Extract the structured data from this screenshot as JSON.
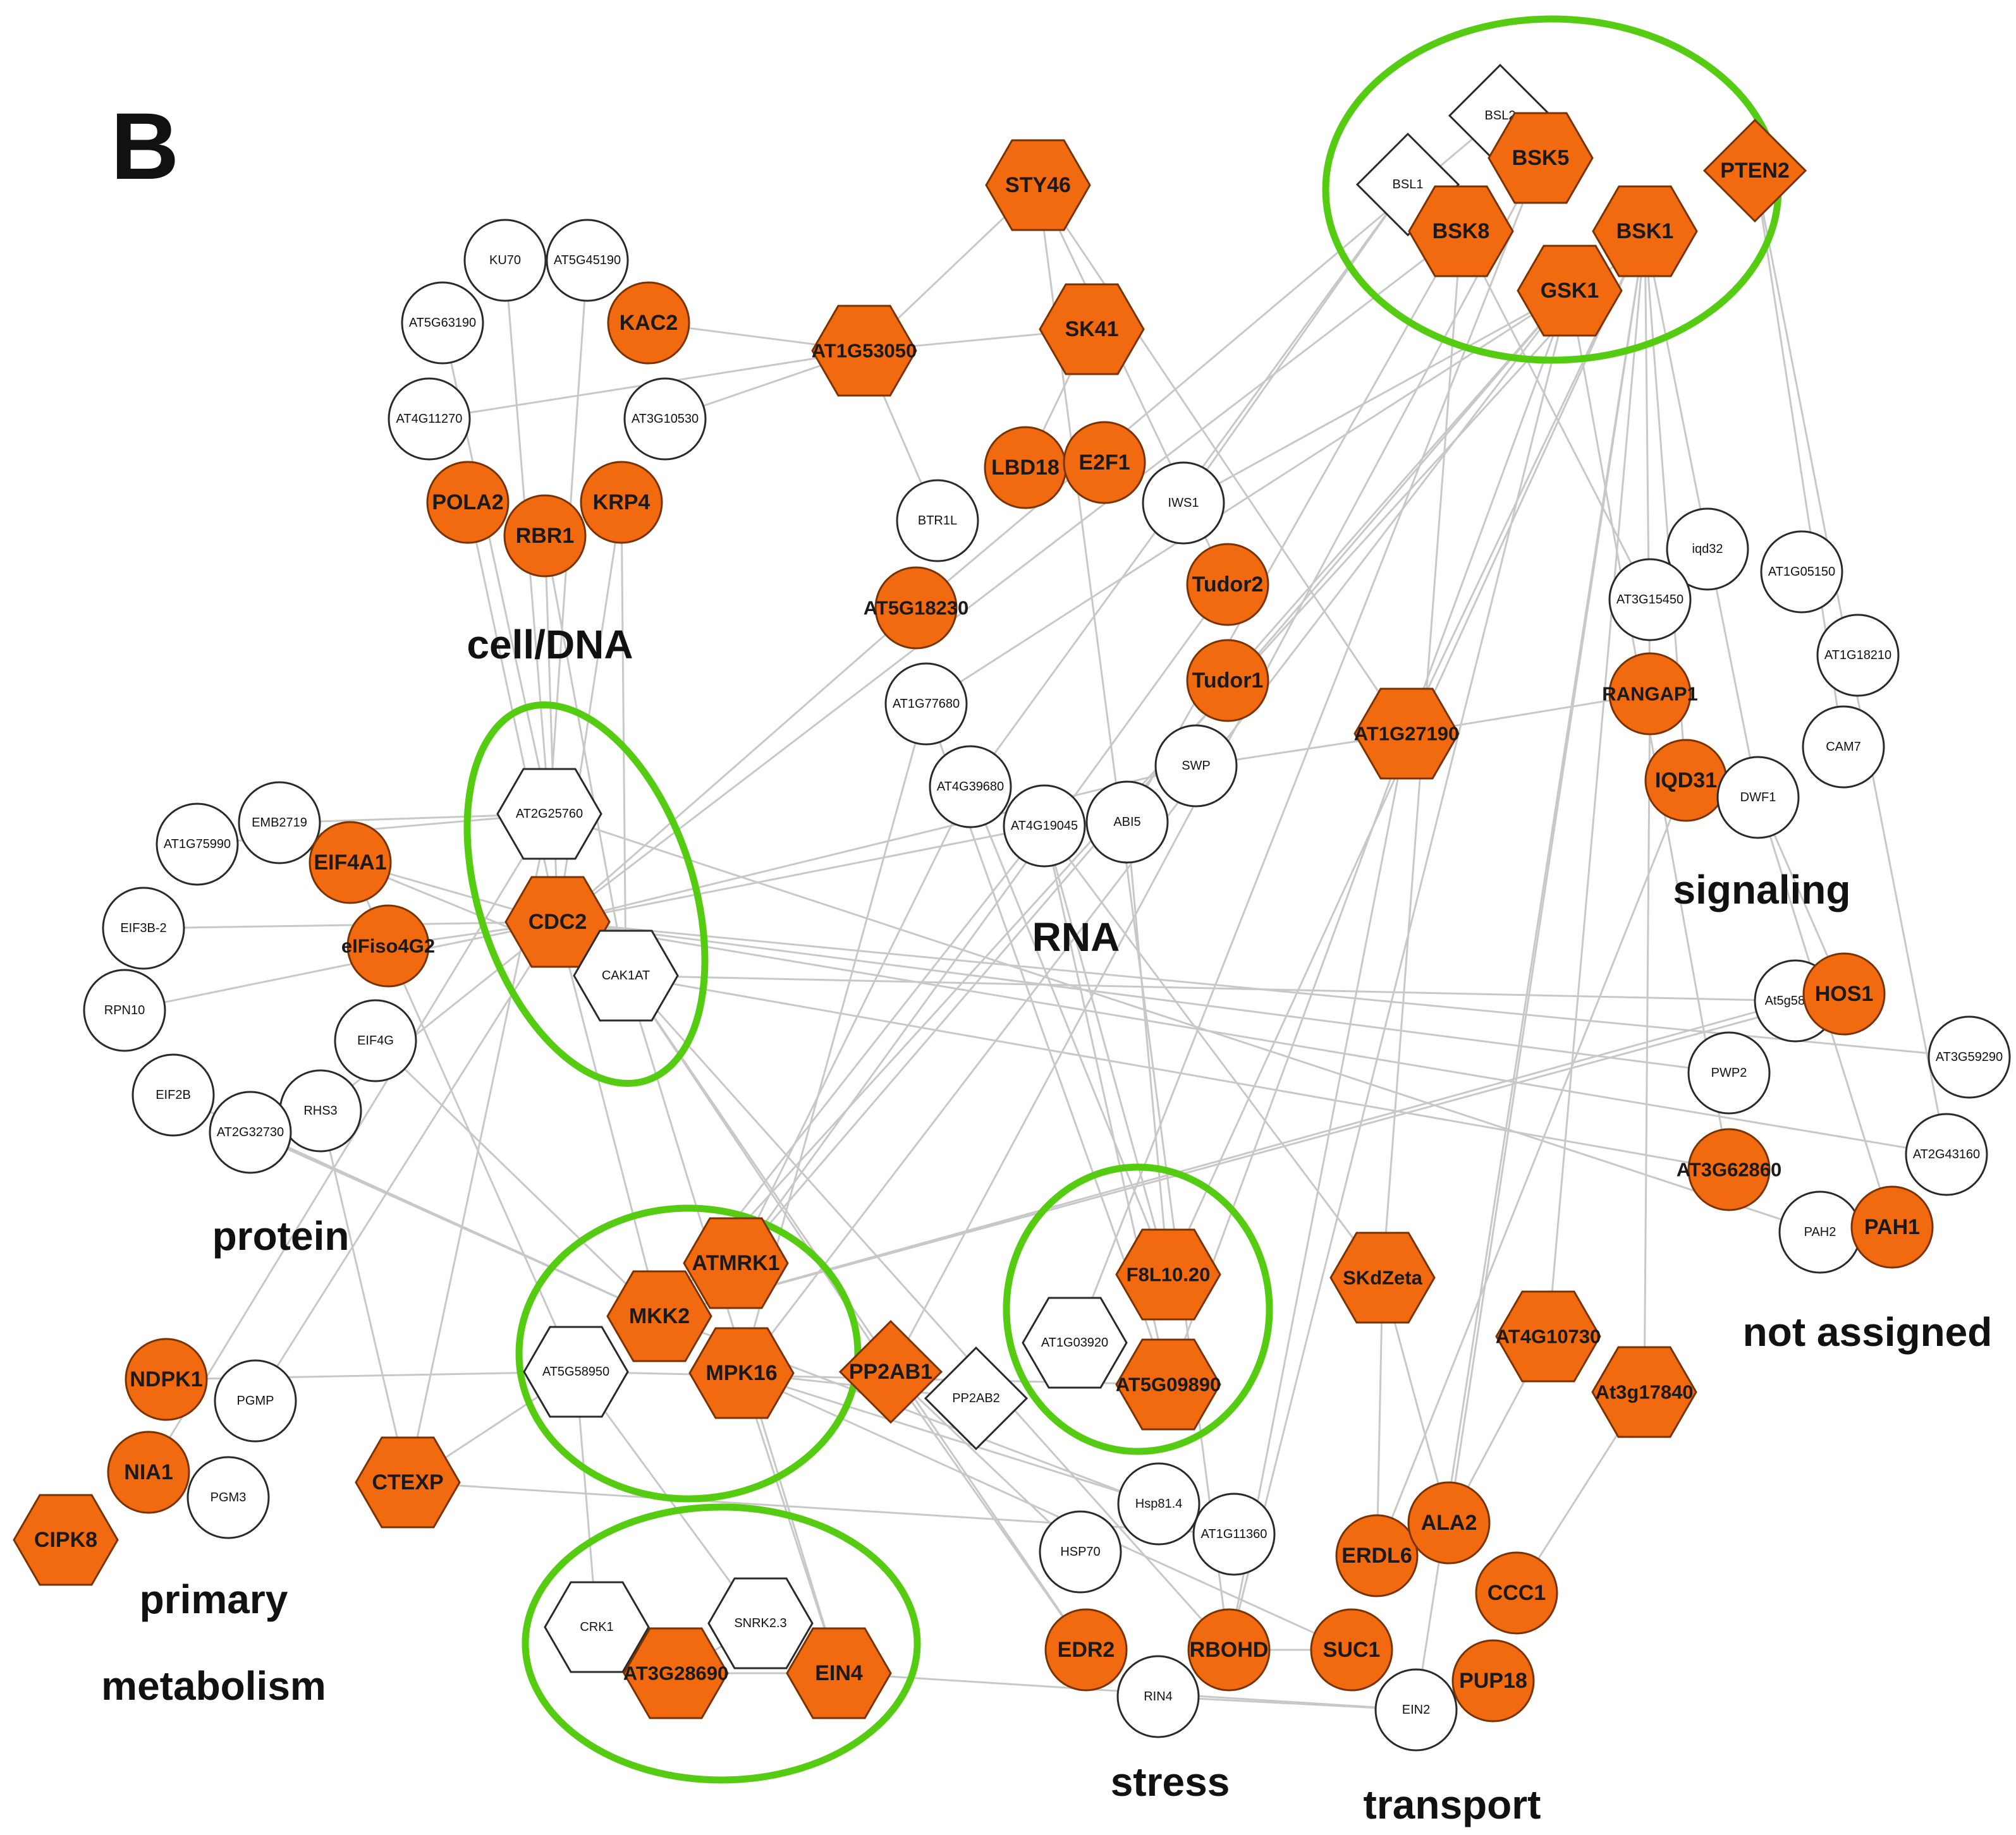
{
  "panel_label": "B",
  "categories": {
    "cell_dna": "cell/DNA",
    "rna": "RNA",
    "protein": "protein",
    "signaling": "signaling",
    "not_assigned": "not assigned",
    "primary": "primary",
    "metabolism": "metabolism",
    "stress": "stress",
    "transport": "transport"
  },
  "colors": {
    "highlight": "#f26a10",
    "plain": "#ffffff",
    "cluster_ring": "#55cc11",
    "edge": "#c8c8c8"
  },
  "nodes": [
    {
      "id": "BSL2",
      "label": "BSL2",
      "shape": "diamond",
      "on": false
    },
    {
      "id": "BSL1",
      "label": "BSL1",
      "shape": "diamond",
      "on": false
    },
    {
      "id": "BSK5",
      "label": "BSK5",
      "shape": "hexagon",
      "on": true
    },
    {
      "id": "PTEN2",
      "label": "PTEN2",
      "shape": "diamond",
      "on": true
    },
    {
      "id": "BSK8",
      "label": "BSK8",
      "shape": "hexagon",
      "on": true
    },
    {
      "id": "BSK1",
      "label": "BSK1",
      "shape": "hexagon",
      "on": true
    },
    {
      "id": "GSK1",
      "label": "GSK1",
      "shape": "hexagon",
      "on": true
    },
    {
      "id": "STY46",
      "label": "STY46",
      "shape": "hexagon",
      "on": true
    },
    {
      "id": "SK41",
      "label": "SK41",
      "shape": "hexagon",
      "on": true
    },
    {
      "id": "AT1G53050",
      "label": "AT1G53050",
      "shape": "hexagon",
      "on": true
    },
    {
      "id": "KU70",
      "label": "KU70",
      "shape": "circle",
      "on": false
    },
    {
      "id": "AT5G45190",
      "label": "AT5G45190",
      "shape": "circle",
      "on": false
    },
    {
      "id": "AT5G63190",
      "label": "AT5G63190",
      "shape": "circle",
      "on": false
    },
    {
      "id": "KAC2",
      "label": "KAC2",
      "shape": "circle",
      "on": true
    },
    {
      "id": "AT4G11270",
      "label": "AT4G11270",
      "shape": "circle",
      "on": false
    },
    {
      "id": "AT3G10530",
      "label": "AT3G10530",
      "shape": "circle",
      "on": false
    },
    {
      "id": "POLA2",
      "label": "POLA2",
      "shape": "circle",
      "on": true
    },
    {
      "id": "KRP4",
      "label": "KRP4",
      "shape": "circle",
      "on": true
    },
    {
      "id": "RBR1",
      "label": "RBR1",
      "shape": "circle",
      "on": true
    },
    {
      "id": "LBD18",
      "label": "LBD18",
      "shape": "circle",
      "on": true
    },
    {
      "id": "E2F1",
      "label": "E2F1",
      "shape": "circle",
      "on": true
    },
    {
      "id": "BTR1L",
      "label": "BTR1L",
      "shape": "circle",
      "on": false
    },
    {
      "id": "IWS1",
      "label": "IWS1",
      "shape": "circle",
      "on": false
    },
    {
      "id": "AT5G18230",
      "label": "AT5G18230",
      "shape": "circle",
      "on": true
    },
    {
      "id": "Tudor2",
      "label": "Tudor2",
      "shape": "circle",
      "on": true
    },
    {
      "id": "Tudor1",
      "label": "Tudor1",
      "shape": "circle",
      "on": true
    },
    {
      "id": "AT1G77680",
      "label": "AT1G77680",
      "shape": "circle",
      "on": false
    },
    {
      "id": "SWP",
      "label": "SWP",
      "shape": "circle",
      "on": false
    },
    {
      "id": "AT4G39680",
      "label": "AT4G39680",
      "shape": "circle",
      "on": false
    },
    {
      "id": "AT4G19045",
      "label": "AT4G19045",
      "shape": "circle",
      "on": false
    },
    {
      "id": "ABI5",
      "label": "ABI5",
      "shape": "circle",
      "on": false
    },
    {
      "id": "AT1G27190",
      "label": "AT1G27190",
      "shape": "hexagon",
      "on": true
    },
    {
      "id": "iqd32",
      "label": "iqd32",
      "shape": "circle",
      "on": false
    },
    {
      "id": "AT1G05150",
      "label": "AT1G05150",
      "shape": "circle",
      "on": false
    },
    {
      "id": "AT3G15450",
      "label": "AT3G15450",
      "shape": "circle",
      "on": false
    },
    {
      "id": "AT1G18210",
      "label": "AT1G18210",
      "shape": "circle",
      "on": false
    },
    {
      "id": "RANGAP1",
      "label": "RANGAP1",
      "shape": "circle",
      "on": true
    },
    {
      "id": "CAM7",
      "label": "CAM7",
      "shape": "circle",
      "on": false
    },
    {
      "id": "IQD31",
      "label": "IQD31",
      "shape": "circle",
      "on": true
    },
    {
      "id": "DWF1",
      "label": "DWF1",
      "shape": "circle",
      "on": false
    },
    {
      "id": "AT2G25760",
      "label": "AT2G25760",
      "shape": "hexagon",
      "on": false
    },
    {
      "id": "CDC2",
      "label": "CDC2",
      "shape": "hexagon",
      "on": true
    },
    {
      "id": "CAK1AT",
      "label": "CAK1AT",
      "shape": "hexagon",
      "on": false
    },
    {
      "id": "EMB2719",
      "label": "EMB2719",
      "shape": "circle",
      "on": false
    },
    {
      "id": "AT1G75990",
      "label": "AT1G75990",
      "shape": "circle",
      "on": false
    },
    {
      "id": "EIF4A1",
      "label": "EIF4A1",
      "shape": "circle",
      "on": true
    },
    {
      "id": "EIF3B-2",
      "label": "EIF3B-2",
      "shape": "circle",
      "on": false
    },
    {
      "id": "eIFiso4G2",
      "label": "eIFiso4G2",
      "shape": "circle",
      "on": true
    },
    {
      "id": "RPN10",
      "label": "RPN10",
      "shape": "circle",
      "on": false
    },
    {
      "id": "EIF4G",
      "label": "EIF4G",
      "shape": "circle",
      "on": false
    },
    {
      "id": "EIF2B",
      "label": "EIF2B",
      "shape": "circle",
      "on": false
    },
    {
      "id": "RHS3",
      "label": "RHS3",
      "shape": "circle",
      "on": false
    },
    {
      "id": "AT2G32730",
      "label": "AT2G32730",
      "shape": "circle",
      "on": false
    },
    {
      "id": "At5g58220",
      "label": "At5g58220",
      "shape": "circle",
      "on": false
    },
    {
      "id": "HOS1",
      "label": "HOS1",
      "shape": "circle",
      "on": true
    },
    {
      "id": "PWP2",
      "label": "PWP2",
      "shape": "circle",
      "on": false
    },
    {
      "id": "AT3G59290",
      "label": "AT3G59290",
      "shape": "circle",
      "on": false
    },
    {
      "id": "AT2G43160",
      "label": "AT2G43160",
      "shape": "circle",
      "on": false
    },
    {
      "id": "AT3G62860",
      "label": "AT3G62860",
      "shape": "circle",
      "on": true
    },
    {
      "id": "PAH2",
      "label": "PAH2",
      "shape": "circle",
      "on": false
    },
    {
      "id": "PAH1",
      "label": "PAH1",
      "shape": "circle",
      "on": true
    },
    {
      "id": "ATMRK1",
      "label": "ATMRK1",
      "shape": "hexagon",
      "on": true
    },
    {
      "id": "MKK2",
      "label": "MKK2",
      "shape": "hexagon",
      "on": true
    },
    {
      "id": "AT5G58950",
      "label": "AT5G58950",
      "shape": "hexagon",
      "on": false
    },
    {
      "id": "MPK16",
      "label": "MPK16",
      "shape": "hexagon",
      "on": true
    },
    {
      "id": "PP2AB1",
      "label": "PP2AB1",
      "shape": "diamond",
      "on": true
    },
    {
      "id": "PP2AB2",
      "label": "PP2AB2",
      "shape": "diamond",
      "on": false
    },
    {
      "id": "F8L10.20",
      "label": "F8L10.20",
      "shape": "hexagon",
      "on": true
    },
    {
      "id": "AT1G03920",
      "label": "AT1G03920",
      "shape": "hexagon",
      "on": false
    },
    {
      "id": "AT5G09890",
      "label": "AT5G09890",
      "shape": "hexagon",
      "on": true
    },
    {
      "id": "SKdZeta",
      "label": "SKdZeta",
      "shape": "hexagon",
      "on": true
    },
    {
      "id": "AT4G10730",
      "label": "AT4G10730",
      "shape": "hexagon",
      "on": true
    },
    {
      "id": "At3g17840",
      "label": "At3g17840",
      "shape": "hexagon",
      "on": true
    },
    {
      "id": "NDPK1",
      "label": "NDPK1",
      "shape": "circle",
      "on": true
    },
    {
      "id": "PGMP",
      "label": "PGMP",
      "shape": "circle",
      "on": false
    },
    {
      "id": "NIA1",
      "label": "NIA1",
      "shape": "circle",
      "on": true
    },
    {
      "id": "PGM3",
      "label": "PGM3",
      "shape": "circle",
      "on": false
    },
    {
      "id": "CIPK8",
      "label": "CIPK8",
      "shape": "hexagon",
      "on": true
    },
    {
      "id": "CTEXP",
      "label": "CTEXP",
      "shape": "hexagon",
      "on": true
    },
    {
      "id": "CRK1",
      "label": "CRK1",
      "shape": "hexagon",
      "on": false
    },
    {
      "id": "SNRK2.3",
      "label": "SNRK2.3",
      "shape": "hexagon",
      "on": false
    },
    {
      "id": "AT3G28690",
      "label": "AT3G28690",
      "shape": "hexagon",
      "on": true
    },
    {
      "id": "EIN4",
      "label": "EIN4",
      "shape": "hexagon",
      "on": true
    },
    {
      "id": "Hsp81.4",
      "label": "Hsp81.4",
      "shape": "circle",
      "on": false
    },
    {
      "id": "HSP70",
      "label": "HSP70",
      "shape": "circle",
      "on": false
    },
    {
      "id": "AT1G11360",
      "label": "AT1G11360",
      "shape": "circle",
      "on": false
    },
    {
      "id": "EDR2",
      "label": "EDR2",
      "shape": "circle",
      "on": true
    },
    {
      "id": "RBOHD",
      "label": "RBOHD",
      "shape": "circle",
      "on": true
    },
    {
      "id": "RIN4",
      "label": "RIN4",
      "shape": "circle",
      "on": false
    },
    {
      "id": "ERDL6",
      "label": "ERDL6",
      "shape": "circle",
      "on": true
    },
    {
      "id": "ALA2",
      "label": "ALA2",
      "shape": "circle",
      "on": true
    },
    {
      "id": "CCC1",
      "label": "CCC1",
      "shape": "circle",
      "on": true
    },
    {
      "id": "SUC1",
      "label": "SUC1",
      "shape": "circle",
      "on": true
    },
    {
      "id": "PUP18",
      "label": "PUP18",
      "shape": "circle",
      "on": true
    },
    {
      "id": "EIN2",
      "label": "EIN2",
      "shape": "circle",
      "on": false
    }
  ],
  "edges": [
    [
      "STY46",
      "AT1G53050"
    ],
    [
      "STY46",
      "Tudor2"
    ],
    [
      "STY46",
      "AT1G27190"
    ],
    [
      "STY46",
      "RBOHD"
    ],
    [
      "SK41",
      "AT1G53050"
    ],
    [
      "SK41",
      "LBD18"
    ],
    [
      "AT1G53050",
      "KAC2"
    ],
    [
      "AT1G53050",
      "AT3G10530"
    ],
    [
      "AT1G53050",
      "AT4G11270"
    ],
    [
      "AT1G53050",
      "BTR1L"
    ],
    [
      "BSK1",
      "RANGAP1"
    ],
    [
      "BSK1",
      "DWF1"
    ],
    [
      "BSK1",
      "IQD31"
    ],
    [
      "BSK1",
      "AT4G10730"
    ],
    [
      "BSK1",
      "ALA2"
    ],
    [
      "BSK1",
      "EIN2"
    ],
    [
      "BSK1",
      "F8L10.20"
    ],
    [
      "BSK1",
      "MKK2"
    ],
    [
      "BSK1",
      "AT1G27190"
    ],
    [
      "GSK1",
      "IWS1"
    ],
    [
      "GSK1",
      "AT5G09890"
    ],
    [
      "GSK1",
      "ATMRK1"
    ],
    [
      "GSK1",
      "AT1G77680"
    ],
    [
      "GSK1",
      "Tudor1"
    ],
    [
      "GSK1",
      "MPK16"
    ],
    [
      "GSK1",
      "RBOHD"
    ],
    [
      "GSK1",
      "AT3G62860"
    ],
    [
      "BSK8",
      "AT3G15450"
    ],
    [
      "BSK8",
      "SKdZeta"
    ],
    [
      "BSK8",
      "CDC2"
    ],
    [
      "BSK8",
      "ABI5"
    ],
    [
      "BSL1",
      "IWS1"
    ],
    [
      "BSL1",
      "AT4G39680"
    ],
    [
      "BSL2",
      "AT5G18230"
    ],
    [
      "BSK5",
      "AT1G03920"
    ],
    [
      "BSK5",
      "PP2AB1"
    ],
    [
      "PTEN2",
      "CAM7"
    ],
    [
      "PTEN2",
      "AT2G43160"
    ],
    [
      "CDC2",
      "AT5G18230"
    ],
    [
      "CDC2",
      "SWP"
    ],
    [
      "CDC2",
      "PWP2"
    ],
    [
      "CDC2",
      "AT2G43160"
    ],
    [
      "CDC2",
      "EIF4A1"
    ],
    [
      "CDC2",
      "eIFiso4G2"
    ],
    [
      "CDC2",
      "RPN10"
    ],
    [
      "CDC2",
      "EIF3B-2"
    ],
    [
      "CDC2",
      "RHS3"
    ],
    [
      "CDC2",
      "POLA2"
    ],
    [
      "CDC2",
      "RBR1"
    ],
    [
      "CDC2",
      "KRP4"
    ],
    [
      "CDC2",
      "MKK2"
    ],
    [
      "CDC2",
      "PGMP"
    ],
    [
      "CDC2",
      "AT3G59290"
    ],
    [
      "CDC2",
      "AT4G19045"
    ],
    [
      "CAK1AT",
      "KRP4"
    ],
    [
      "CAK1AT",
      "RBR1"
    ],
    [
      "CAK1AT",
      "AT3G62860"
    ],
    [
      "CAK1AT",
      "EIF4A1"
    ],
    [
      "CAK1AT",
      "EDR2"
    ],
    [
      "CAK1AT",
      "RBOHD"
    ],
    [
      "CAK1AT",
      "EIN4"
    ],
    [
      "CAK1AT",
      "PP2AB1"
    ],
    [
      "CAK1AT",
      "At5g58220"
    ],
    [
      "AT2G25760",
      "KU70"
    ],
    [
      "AT2G25760",
      "AT5G45190"
    ],
    [
      "AT2G25760",
      "AT5G63190"
    ],
    [
      "AT2G25760",
      "AT1G75990"
    ],
    [
      "AT2G25760",
      "EMB2719"
    ],
    [
      "AT2G25760",
      "PAH2"
    ],
    [
      "AT2G25760",
      "CTEXP"
    ],
    [
      "AT2G25760",
      "NIA1"
    ],
    [
      "MKK2",
      "EIF4G"
    ],
    [
      "MKK2",
      "EIF2B"
    ],
    [
      "MKK2",
      "AT2G32730"
    ],
    [
      "MKK2",
      "At5g58220"
    ],
    [
      "MKK2",
      "AT4G19045"
    ],
    [
      "MKK2",
      "AT1G11360"
    ],
    [
      "MKK2",
      "HOS1"
    ],
    [
      "ATMRK1",
      "Tudor2"
    ],
    [
      "ATMRK1",
      "AT4G39680"
    ],
    [
      "MPK16",
      "Hsp81.4"
    ],
    [
      "MPK16",
      "EIN4"
    ],
    [
      "MPK16",
      "PP2AB2"
    ],
    [
      "MPK16",
      "SUC1"
    ],
    [
      "MPK16",
      "AT1G77680"
    ],
    [
      "AT5G58950",
      "NDPK1"
    ],
    [
      "AT5G58950",
      "CRK1"
    ],
    [
      "AT5G58950",
      "SNRK2.3"
    ],
    [
      "AT5G58950",
      "EIF4A1"
    ],
    [
      "AT5G58950",
      "CTEXP"
    ],
    [
      "AT5G58950",
      "AT5G09890"
    ],
    [
      "PP2AB1",
      "EDR2"
    ],
    [
      "PP2AB1",
      "HSP70"
    ],
    [
      "F8L10.20",
      "AT4G19045"
    ],
    [
      "F8L10.20",
      "AT4G39680"
    ],
    [
      "F8L10.20",
      "ABI5"
    ],
    [
      "AT5G09890",
      "AT4G19045"
    ],
    [
      "AT5G09890",
      "AT1G77680"
    ],
    [
      "SKdZeta",
      "AT4G19045"
    ],
    [
      "SKdZeta",
      "ERDL6"
    ],
    [
      "SKdZeta",
      "ALA2"
    ],
    [
      "AT4G10730",
      "ALA2"
    ],
    [
      "At3g17840",
      "CCC1"
    ],
    [
      "At3g17840",
      "RANGAP1"
    ],
    [
      "AT1G27190",
      "SWP"
    ],
    [
      "AT1G27190",
      "RBOHD"
    ],
    [
      "AT1G27190",
      "RANGAP1"
    ],
    [
      "CTEXP",
      "AT1G11360"
    ],
    [
      "CTEXP",
      "RHS3"
    ],
    [
      "EIN4",
      "EIN2"
    ],
    [
      "DWF1",
      "PAH1"
    ],
    [
      "DWF1",
      "HOS1"
    ],
    [
      "IQD31",
      "ERDL6"
    ],
    [
      "RBOHD",
      "SUC1"
    ],
    [
      "Hsp81.4",
      "AT1G11360"
    ],
    [
      "RIN4",
      "EIN2"
    ],
    [
      "AT3G28690",
      "EIN4"
    ],
    [
      "SNRK2.3",
      "AT3G28690"
    ]
  ]
}
